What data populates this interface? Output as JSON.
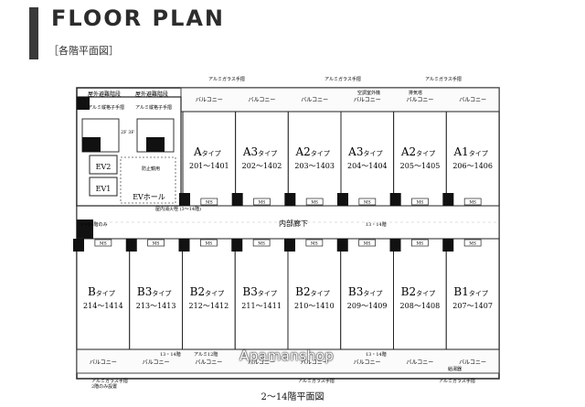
{
  "header": {
    "title": "FLOOR PLAN",
    "subtitle": "［各階平面図］"
  },
  "units_top": [
    {
      "name": "A",
      "suffix": "タイプ",
      "rooms": "201〜1401",
      "balcony": "バルコニー"
    },
    {
      "name": "A3",
      "suffix": "タイプ",
      "rooms": "202〜1402",
      "balcony": "バルコニー"
    },
    {
      "name": "A2",
      "suffix": "タイプ",
      "rooms": "203〜1403",
      "balcony": "バルコニー"
    },
    {
      "name": "A3",
      "suffix": "タイプ",
      "rooms": "204〜1404",
      "balcony": "バルコニー"
    },
    {
      "name": "A2",
      "suffix": "タイプ",
      "rooms": "205〜1405",
      "balcony": "バルコニー"
    },
    {
      "name": "A1",
      "suffix": "タイプ",
      "rooms": "206〜1406",
      "balcony": "バルコニー"
    }
  ],
  "units_bottom": [
    {
      "name": "B",
      "suffix": "タイプ",
      "rooms": "214〜1414",
      "balcony": "バルコニー"
    },
    {
      "name": "B3",
      "suffix": "タイプ",
      "rooms": "213〜1413",
      "balcony": "バルコニー"
    },
    {
      "name": "B2",
      "suffix": "タイプ",
      "rooms": "212〜1412",
      "balcony": "バルコニー"
    },
    {
      "name": "B3",
      "suffix": "タイプ",
      "rooms": "211〜1411",
      "balcony": "バルコニー"
    },
    {
      "name": "B2",
      "suffix": "タイプ",
      "rooms": "210〜1410",
      "balcony": "バルコニー"
    },
    {
      "name": "B3",
      "suffix": "タイプ",
      "rooms": "209〜1409",
      "balcony": "バルコニー"
    },
    {
      "name": "B2",
      "suffix": "タイプ",
      "rooms": "208〜1408",
      "balcony": "バルコニー"
    },
    {
      "name": "B1",
      "suffix": "タイプ",
      "rooms": "207〜1407",
      "balcony": "バルコニー"
    }
  ],
  "top_rails": [
    "アルミガラス手摺",
    "アルミガラス手摺",
    "アルミガラス手摺"
  ],
  "bottom_rails": [
    "アルミガラス手摺",
    "アルミガラス手摺",
    "アルミガラス手摺"
  ],
  "stairs": [
    "屋外避難階段",
    "屋外避難階段"
  ],
  "stair_notes": [
    "アルミ縦格子手摺",
    "アルミ縦格子手摺"
  ],
  "stair_flag": "2F 3F",
  "core": {
    "ev1": "EV1",
    "ev2": "EV2",
    "ev_hall": "EVホール",
    "vestibule": "防止鏡用",
    "note": "屋内消火栓\n(3〜14階)",
    "wall_note": "1〜14階のみ"
  },
  "corridor": {
    "label": "内部廊下",
    "floors": "13・14階"
  },
  "tags": {
    "ms": "MS",
    "ac": "空調室外機",
    "exhaust": "排気塔"
  },
  "bottom_notes": [
    "2階のみ設置",
    "13・14階",
    "アルミ12階",
    "13・14階",
    "給湯器"
  ],
  "footer_caption": "2〜14階平面図",
  "watermark": "Apamanshop"
}
